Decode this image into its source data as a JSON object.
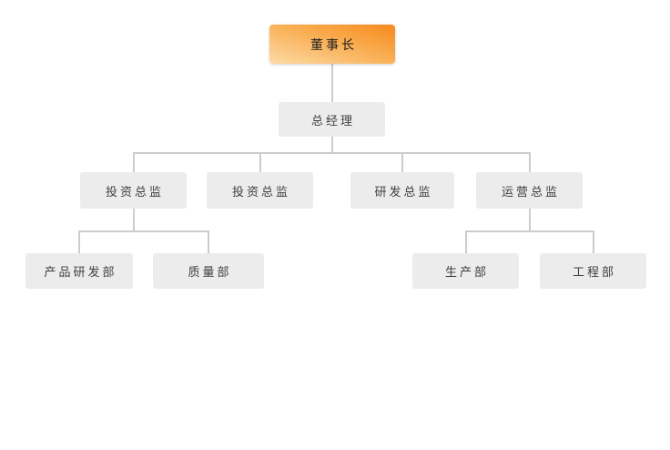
{
  "org": {
    "nodes": [
      {
        "id": "chairman",
        "label": "董事长",
        "level": 1,
        "parent": null,
        "style": "orange-gradient"
      },
      {
        "id": "gm",
        "label": "总经理",
        "level": 2,
        "parent": "chairman",
        "style": "gray"
      },
      {
        "id": "invest1",
        "label": "投资总监",
        "level": 3,
        "parent": "gm",
        "style": "gray"
      },
      {
        "id": "invest2",
        "label": "投资总监",
        "level": 3,
        "parent": "gm",
        "style": "gray"
      },
      {
        "id": "rd",
        "label": "研发总监",
        "level": 3,
        "parent": "gm",
        "style": "gray"
      },
      {
        "id": "ops",
        "label": "运营总监",
        "level": 3,
        "parent": "gm",
        "style": "gray"
      },
      {
        "id": "product-rd",
        "label": "产品研发部",
        "level": 4,
        "parent": "invest1",
        "style": "gray"
      },
      {
        "id": "quality",
        "label": "质量部",
        "level": 4,
        "parent": "invest1",
        "style": "gray"
      },
      {
        "id": "production",
        "label": "生产部",
        "level": 4,
        "parent": "ops",
        "style": "gray"
      },
      {
        "id": "engineering",
        "label": "工程部",
        "level": 4,
        "parent": "ops",
        "style": "gray"
      }
    ],
    "colors": {
      "root_gradient_light": "#fcdba6",
      "root_gradient_mid": "#f9ae52",
      "root_gradient_dark": "#f68a1d",
      "node_background": "#ececec",
      "node_text": "#3f3f3f",
      "root_text": "#1f1f1f",
      "connector_line": "#cccccc",
      "page_background": "#ffffff"
    }
  }
}
